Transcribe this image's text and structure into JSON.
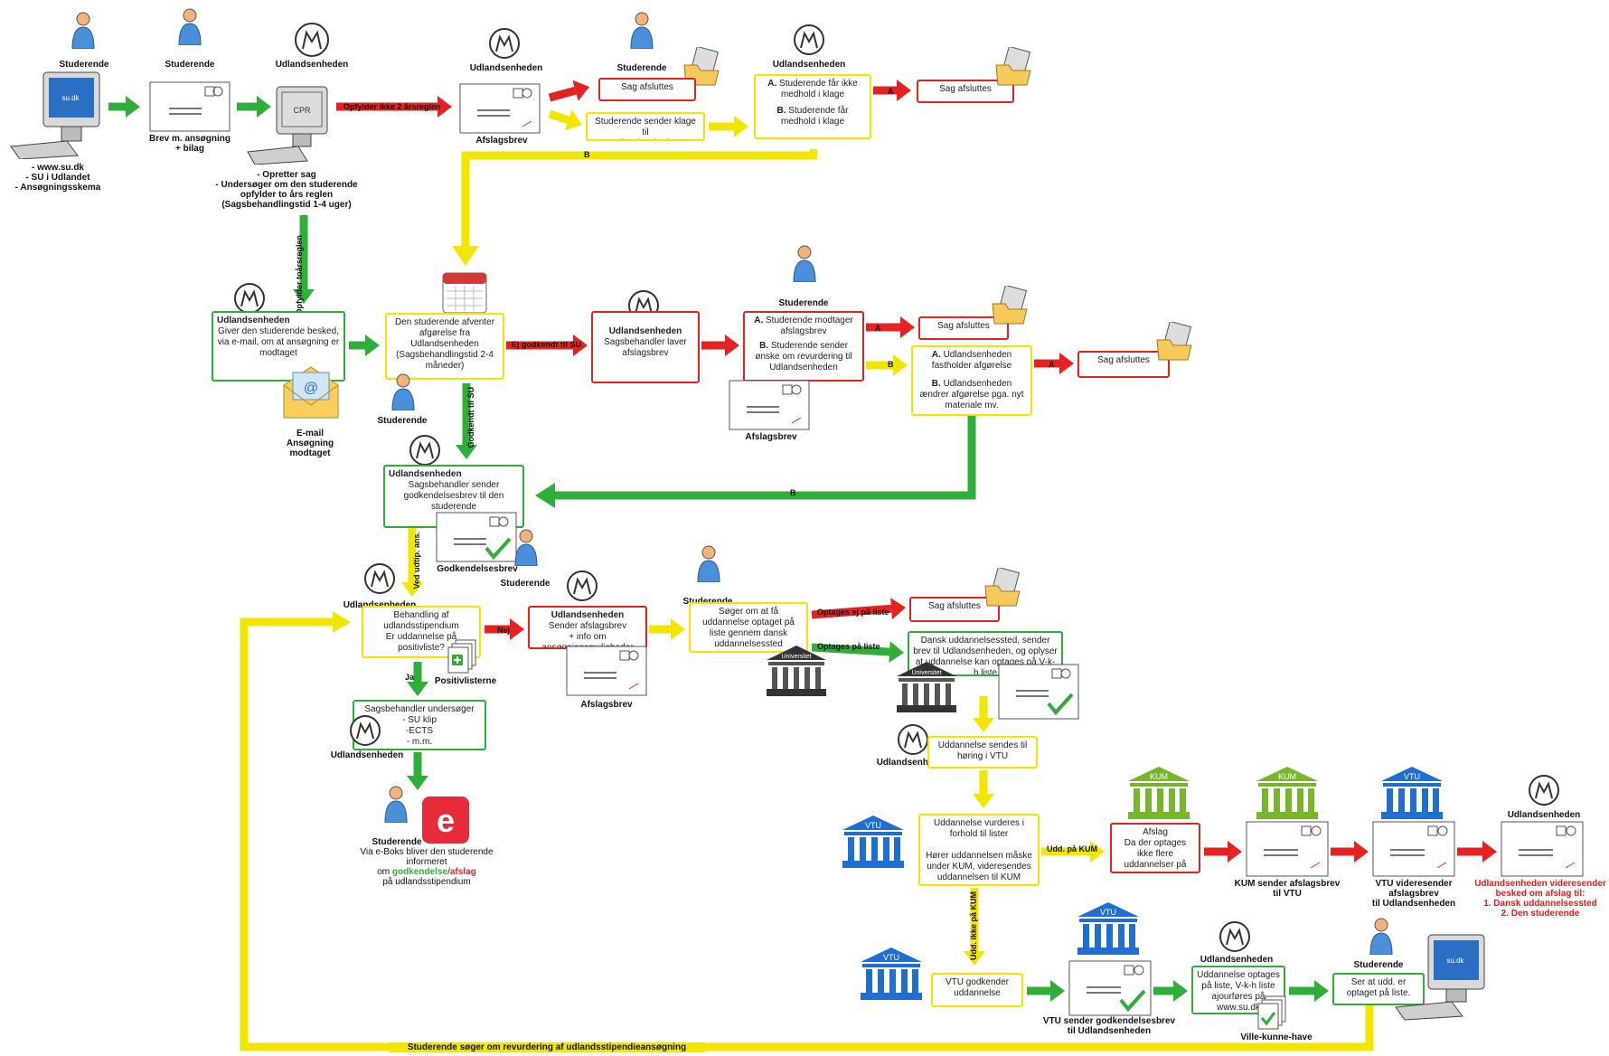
{
  "colors": {
    "green": "#2fae3a",
    "red": "#e52222",
    "yellow": "#f2e600",
    "blue": "#1f6fd1",
    "kum": "#77b52a"
  },
  "actors": {
    "studerende": "Studerende",
    "udlandsenheden": "Udlandsenheden"
  },
  "row1": {
    "start_links": "- www.su.dk\n- SU i Udlandet\n- Ansøgningsskema",
    "brev_label": "Brev m. ansøgning\n+ bilag",
    "oprettelse": "- Opretter sag\n- Undersøger om den studerende\nopfylder to års reglen\n(Sagsbehandlingstid 1-4 uger)",
    "tag_not_two_year": "Opfylder ikke 2 årsreglen",
    "afslagsbrev": "Afslagsbrev",
    "sag_afsluttes_1": "Sag afsluttes",
    "klage": "Studerende sender klage til\nUdlandsenheden",
    "decision_a": "Studerende får ikke medhold i klage",
    "decision_b": "Studerende får medhold i klage",
    "sag_afsluttes_2": "Sag afsluttes",
    "tag_a": "A",
    "tag_b": "B"
  },
  "row2": {
    "tag_opfylder": "Opfylder toårsreglen",
    "giver_besked": "Giver den studerende besked, via e-mail, om at ansøgning er modtaget",
    "email_label": "E-mail\nAnsøgning\nmodtaget",
    "afventer": "Den studerende afventer afgørelse fra Udlandsenheden\n(Sagsbehandlingstid 2-4 måneder)",
    "tag_ikke_godkendt": "Ej godkendt til SU",
    "laver_afslag": "Sagsbehandler laver afslagsbrev",
    "modtager_a": "Studerende modtager afslagsbrev",
    "modtager_b": "Studerende sender ønske om revurdering til Udlandsenheden",
    "afslagsbrev": "Afslagsbrev",
    "sag_afsluttes_3": "Sag afsluttes",
    "fastholder_a": "Udlandsenheden fastholder afgørelse",
    "fastholder_b": "Udlandsenheden ændrer afgørelse pga. nyt materiale mv.",
    "sag_afsluttes_4": "Sag afsluttes",
    "tag_godkendt": "Godkendt til SU",
    "godkendelse": "Sagsbehandler sender godkendelsesbrev til den studerende",
    "godkendelsesbrev": "Godkendelsesbrev"
  },
  "row3": {
    "tag_ved_udtip": "Ved udtip. ans.",
    "behandling": "Behandling af udlandsstipendium\nEr uddannelse på positivliste?",
    "positivlisterne": "Positivlisterne",
    "tag_nej": "Nej",
    "tag_ja": "Ja",
    "sender_afslag": "Sender afslagsbrev\n+ info om ansøgningsmuligheder",
    "afslagsbrev": "Afslagsbrev",
    "soeger": "Søger om at få uddannelse optaget på liste gennem dansk uddannelsessted",
    "tag_optages_ej": "Optages ej på liste",
    "tag_optages": "Optages på liste",
    "sag_afsluttes_5": "Sag afsluttes",
    "dansk_udd": "Dansk uddannelsessted, sender brev til Udlandsenheden, og oplyser at uddannelse kan optages på V-k-h liste",
    "universitet": "Universitet",
    "undersoeger": "Sagsbehandler undersøger\n- SU klip\n-ECTS\n- m.m.",
    "eboks": "Via e-Boks bliver den studerende informeret",
    "om": "om ",
    "godkendelse": "godkendelse",
    "slash": "/",
    "afslag": "afslag",
    "paa": "på udlandsstipendium",
    "hoering": "Uddannelse sendes til høring i VTU",
    "vurderes": "Uddannelse vurderes i forhold til lister\n\nHører uddannelsen måske under KUM, videresendes uddannelsen til KUM",
    "tag_kum": "Udd. på KUM",
    "afslag_kum": "Afslag\nDa der optages ikke flere uddannelser på KUM",
    "kum": "KUM",
    "kum_label": "KUM sender afslagsbrev\ntil VTU",
    "vtu": "VTU",
    "vtu_label": "VTU videresender\nafslagsbrev\ntil Udlandsenheden",
    "udl_label": "Udlandsenheden videresender besked om afslag til:\n1. Dansk uddannelsessted\n2. Den studerende",
    "tag_ikke_kum": "Udd. ikke på KUM",
    "vtu_godkender": "VTU godkender uddannelse",
    "vtu_sender": "VTU sender godkendelsesbrev\ntil Udlandsenheden",
    "optages_liste": "Uddannelse optages på liste, V-k-h liste ajourføres på www.su.dk",
    "vkh": "Ville-kunne-have",
    "ser_at": "Ser at udd. er optaget på liste.",
    "bottom": "Studerende søger om revurdering af udlandsstipendieansøgning"
  }
}
